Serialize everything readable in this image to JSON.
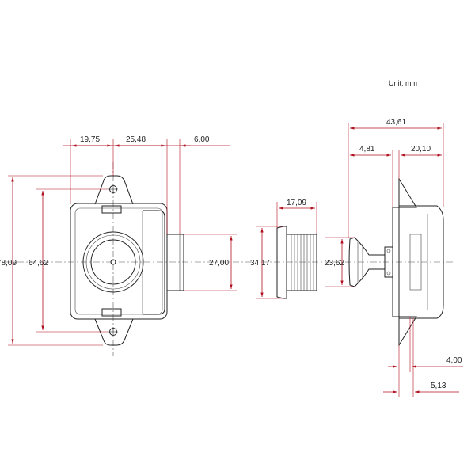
{
  "unit_label": "Unit: mm",
  "dimensions": {
    "d_78_09": "78,09",
    "d_64_62": "64,62",
    "d_19_75": "19,75",
    "d_25_48": "25,48",
    "d_6_00": "6,00",
    "d_27_00": "27,00",
    "d_17_09": "17,09",
    "d_34_17": "34,17",
    "d_23_62": "23,62",
    "d_43_61": "43,61",
    "d_4_81": "4,81",
    "d_20_10": "20,10",
    "d_4_00": "4,00",
    "d_5_13": "5,13"
  },
  "colors": {
    "dimension_line": "#b01020",
    "outline": "#222222"
  }
}
